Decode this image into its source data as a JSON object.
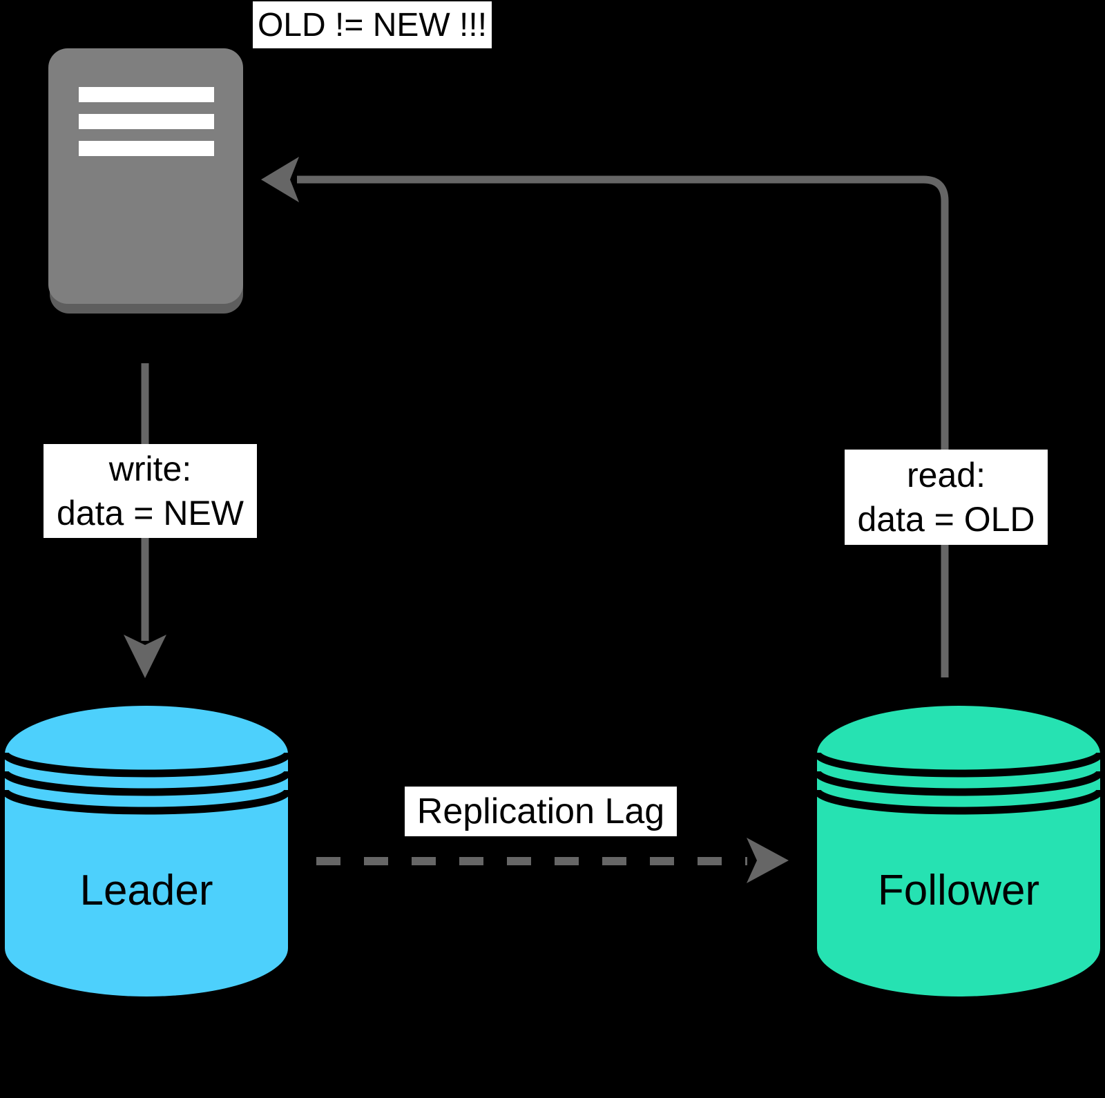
{
  "diagram": {
    "title_annotation": "OLD != NEW !!!",
    "client": {
      "icon": "document-icon",
      "color": "#7f7f7f",
      "shadow_color": "#5e5e5e"
    },
    "write_label": {
      "line1": "write:",
      "line2": "data = NEW"
    },
    "read_label": {
      "line1": "read:",
      "line2": "data = OLD"
    },
    "replication_label": "Replication Lag",
    "leader": {
      "label": "Leader",
      "color": "#4dd0fc"
    },
    "follower": {
      "label": "Follower",
      "color": "#26e2b2"
    },
    "colors": {
      "background": "#000000",
      "arrow": "#666666",
      "cylinder_stroke": "#000000",
      "label_background": "#ffffff",
      "label_text": "#000000"
    }
  }
}
